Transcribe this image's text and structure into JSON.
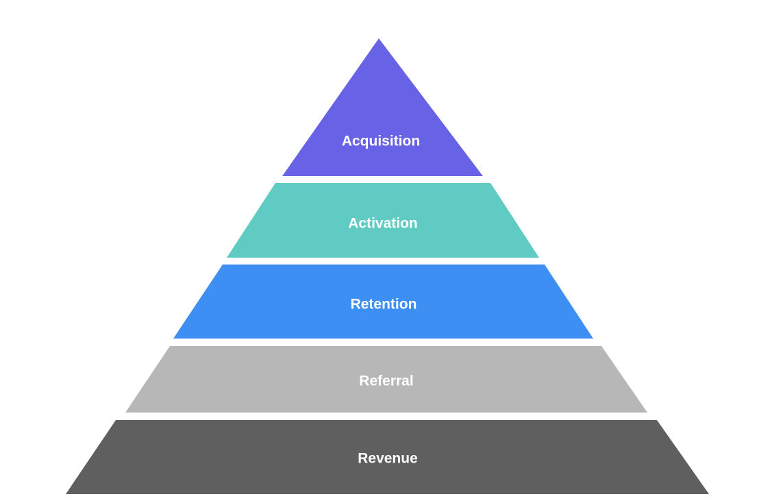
{
  "pyramid": {
    "tiers": [
      {
        "label": "Acquisition",
        "color": "#6862E6"
      },
      {
        "label": "Activation",
        "color": "#5FCBC3"
      },
      {
        "label": "Retention",
        "color": "#3D8FF4"
      },
      {
        "label": "Referral",
        "color": "#B7B7B7"
      },
      {
        "label": "Revenue",
        "color": "#5F5F5F"
      }
    ]
  }
}
